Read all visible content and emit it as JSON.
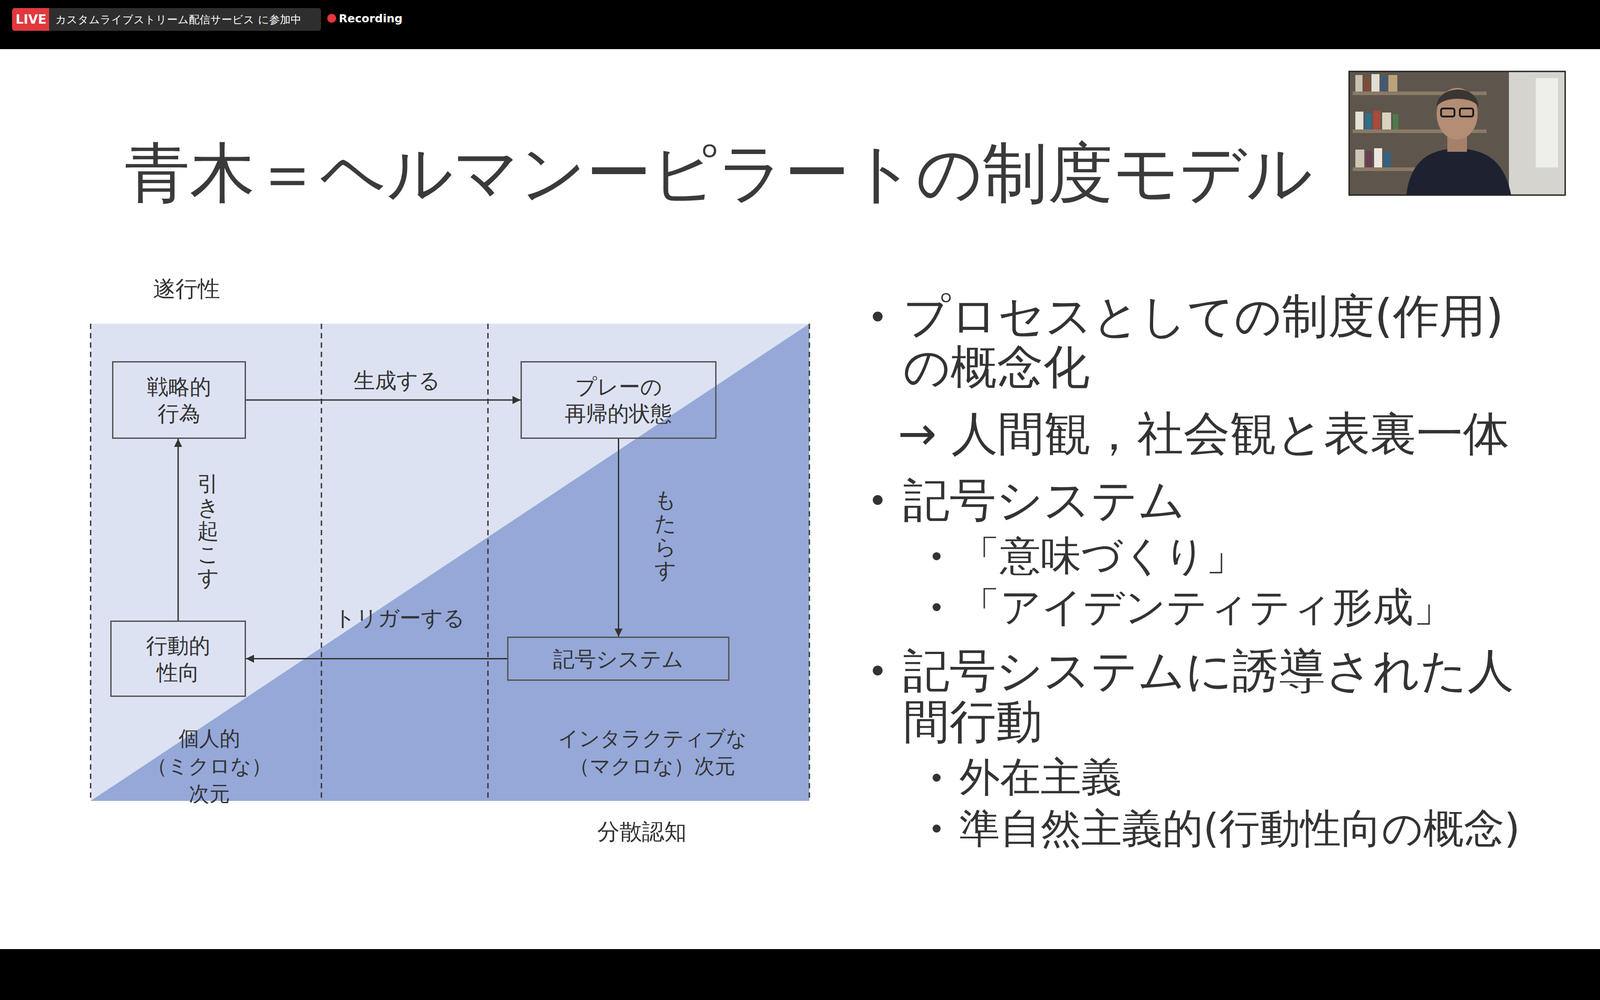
{
  "diagram": {
    "title": "青木＝ヘルマンーピラートの制度モデル",
    "nodes": [
      {
        "text": [
          "LIVE"
        ]
      },
      {
        "text": [
          "カスタムライブストリーム配信サービス に参加中"
        ]
      },
      {
        "text": [
          "戦略的 行為"
        ]
      },
      {
        "text": [
          "プレーの 再帰的状態"
        ]
      },
      {
        "text": [
          "行動的 性向"
        ]
      },
      {
        "text": [
          "記号システム"
        ]
      }
    ],
    "edges": [
      {
        "from": 2,
        "to": 3,
        "label": "生成する",
        "arrow": "to"
      },
      {
        "from": 3,
        "to": 5,
        "label": "もたらす",
        "arrow": "to"
      },
      {
        "from": 5,
        "to": 4,
        "label": "トリガーする",
        "arrow": "to"
      },
      {
        "from": 4,
        "to": 2,
        "label": "引き起こす",
        "arrow": "to"
      }
    ],
    "labels": [
      "Recording",
      "遂行性",
      "個人的 （ミクロな）次元",
      "インタラクティブな （マクロな）次元",
      "分散認知",
      "プロセスとしての制度(作用)の概念化",
      "→ 人間観，社会観と表裏一体",
      "記号システム",
      "「意味づくり」",
      "「アイデンティティ形成」",
      "記号システムに誘導された人間行動",
      "外在主義",
      "準自然主義的(行動性向の概念)"
    ]
  }
}
